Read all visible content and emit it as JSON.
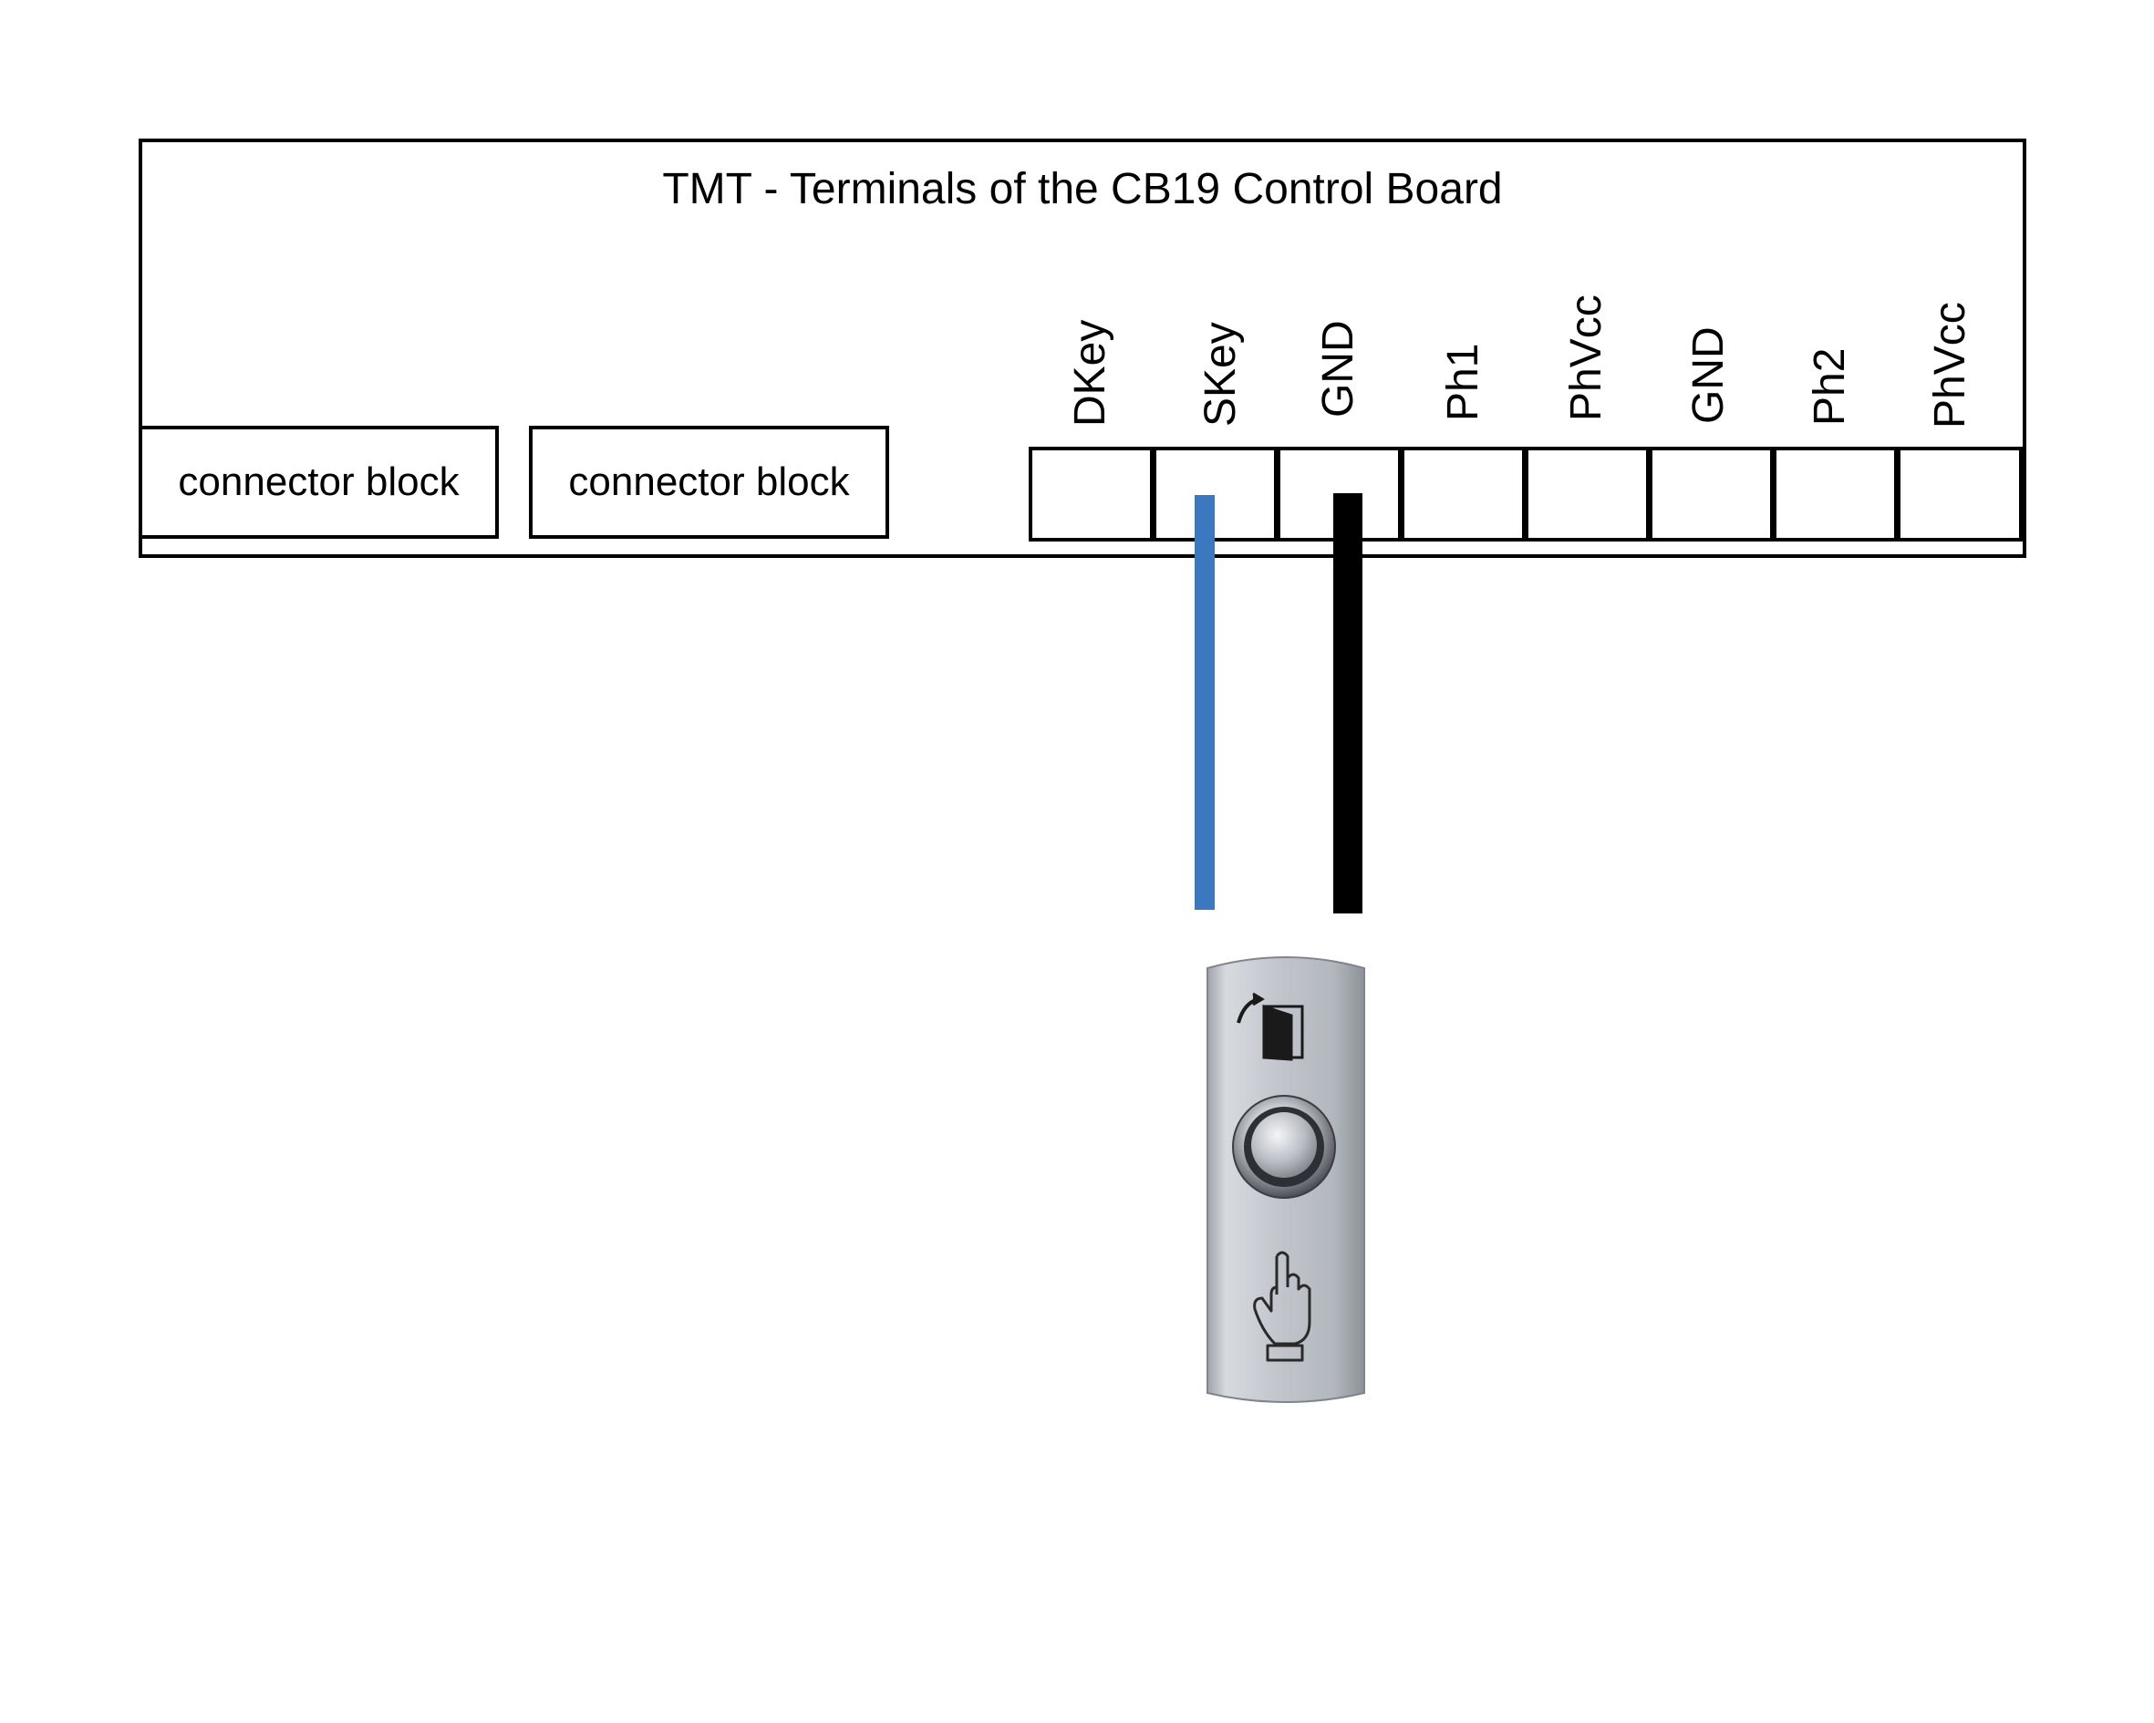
{
  "title": "TMT - Terminals of the CB19 Control Board",
  "connector_blocks": [
    {
      "label": "connector block"
    },
    {
      "label": "connector block"
    }
  ],
  "terminals": [
    {
      "label": "DKey"
    },
    {
      "label": "SKey"
    },
    {
      "label": "GND"
    },
    {
      "label": "Ph1"
    },
    {
      "label": "PhVcc"
    },
    {
      "label": "GND"
    },
    {
      "label": "Ph2"
    },
    {
      "label": "PhVcc"
    }
  ],
  "wires": [
    {
      "terminal": "SKey",
      "color": "#3c78bf"
    },
    {
      "terminal": "GND",
      "color": "#000000"
    }
  ],
  "device": {
    "icons": [
      "door-exit-icon",
      "push-button-icon",
      "pointing-hand-icon"
    ]
  }
}
